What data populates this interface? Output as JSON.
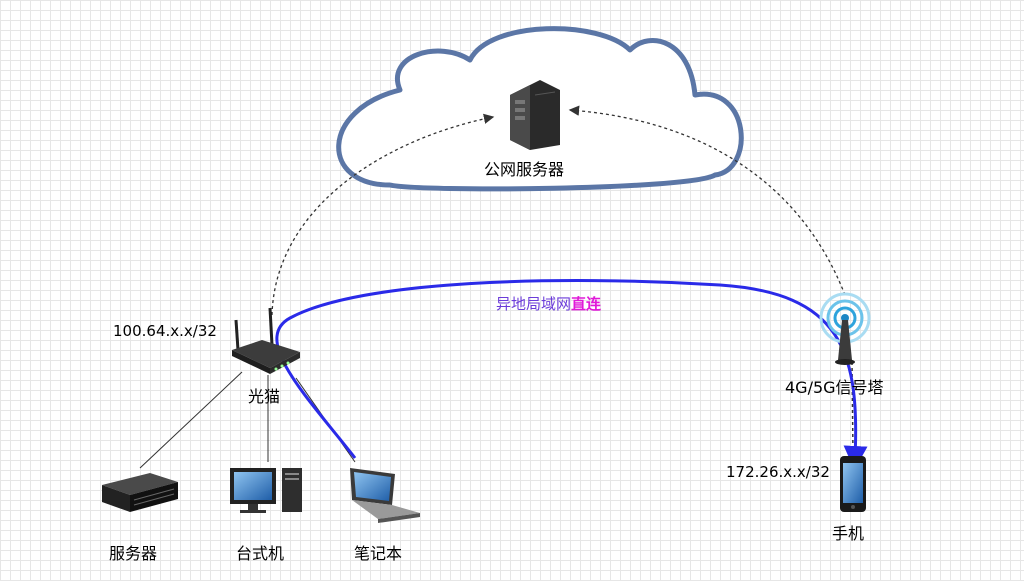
{
  "nodes": {
    "public_server": "公网服务器",
    "modem": "光猫",
    "modem_ip": "100.64.x.x/32",
    "server": "服务器",
    "desktop": "台式机",
    "laptop": "笔记本",
    "tower": "4G/5G信号塔",
    "phone": "手机",
    "phone_ip": "172.26.x.x/32"
  },
  "links": {
    "direct_label_part1": "异地局域网",
    "direct_label_part2": "直连"
  },
  "colors": {
    "cloud_stroke": "#5b76a6",
    "direct_link": "#2a2ae8",
    "dotted_link": "#333333",
    "label_purple": "#6b3bd9",
    "label_magenta": "#e01ad8"
  }
}
